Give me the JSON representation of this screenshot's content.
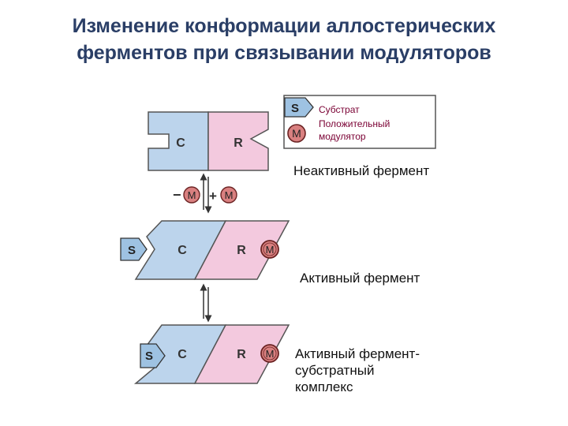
{
  "title": {
    "line1": "Изменение конформации аллостерических",
    "line2": "ферментов при связывании модуляторов"
  },
  "legend": {
    "s_symbol": "S",
    "m_symbol": "M",
    "substrate": "Субстрат",
    "modulator_line1": "Положительный",
    "modulator_line2": "модулятор"
  },
  "subunits": {
    "catalytic": "C",
    "regulatory": "R"
  },
  "symbols": {
    "substrate": "S",
    "modulator": "M",
    "minus": "−",
    "plus": "+"
  },
  "states": {
    "inactive": "Неактивный фермент",
    "active": "Активный фермент",
    "complex_line1": "Активный фермент-",
    "complex_line2": "субстратный",
    "complex_line3": "комплекс"
  },
  "colors": {
    "catalytic": "#bcd4ec",
    "regulatory": "#f3c9de",
    "outline": "#555555",
    "modulator_fill": "#d98080",
    "modulator_edge": "#6b2323",
    "substrate_fill": "#9ec2e2",
    "title": "#2a3e66",
    "modulator_text": "#9a0040"
  }
}
